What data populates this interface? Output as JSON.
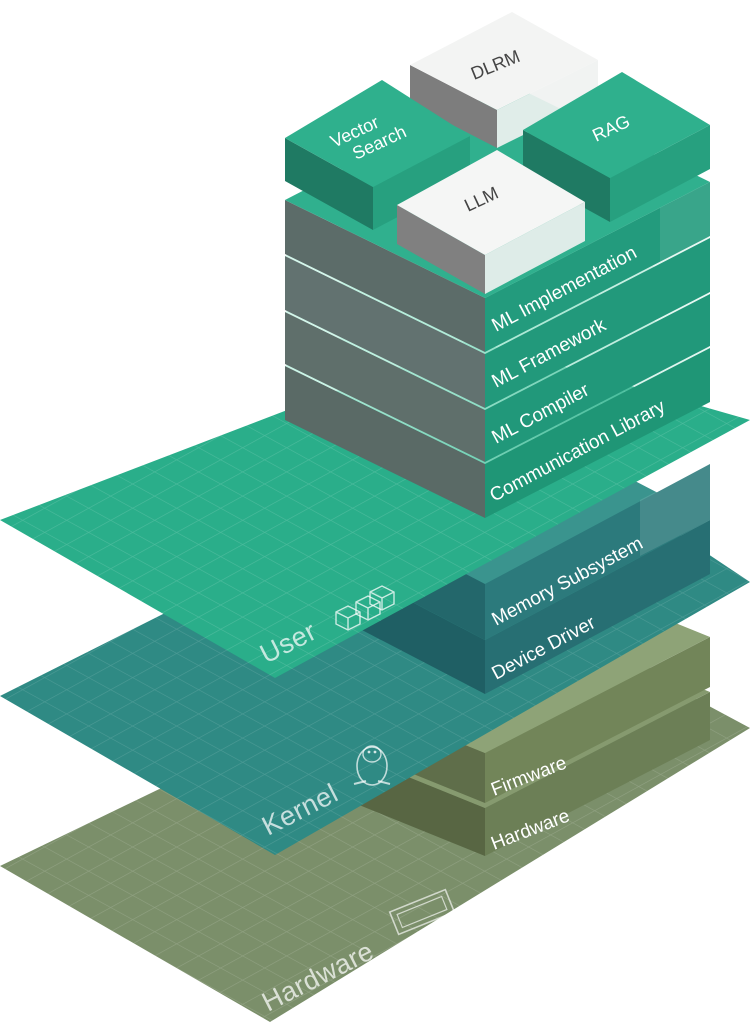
{
  "planes": {
    "user": "User",
    "kernel": "Kernel",
    "hardware": "Hardware"
  },
  "layers": {
    "ml_implementation": "ML Implementation",
    "ml_framework": "ML Framework",
    "ml_compiler": "ML Compiler",
    "communication_library": "Communication Library",
    "memory_subsystem": "Memory Subsystem",
    "device_driver": "Device Driver",
    "firmware": "Firmware",
    "hardware": "Hardware"
  },
  "workloads": {
    "vector_search_line1": "Vector",
    "vector_search_line2": "Search",
    "dlrm": "DLRM",
    "rag": "RAG",
    "llm": "LLM"
  },
  "icons": [
    "cubes-icon",
    "linux-penguin-icon",
    "chip-icon"
  ],
  "colors": {
    "user": "#2aae8a",
    "kernel": "#2f8a84",
    "hardware": "#7b8f6a",
    "ml_layer_top": "#2fb08d",
    "ml_layer_front": "#1d8a6d",
    "kernel_layer_front": "#246e72",
    "hw_layer_front": "#5c6d4b",
    "workload_white": "#f4f6f5"
  }
}
